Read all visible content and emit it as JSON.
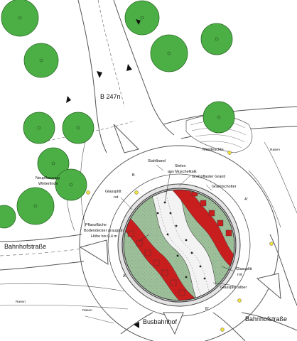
{
  "map": {
    "roads": {
      "b247n": "B 247n",
      "bahnhofstrasse_west": "Bahnhofstraße",
      "bahnhofstrasse_east": "Bahnhofstraße",
      "busbahnhof": "Busbahnhof"
    },
    "annotations": {
      "neupflanzung_line1": "Neupflanzung",
      "neupflanzung_line2": "Winterlinde",
      "mastleuchte": "Mastleuchte",
      "rasen_ne": "Rasen",
      "rasen_sw_a": "Rasen",
      "rasen_sw_b": "Rasen",
      "stahlband": "Stahlband",
      "stelen_line1": "Stelen",
      "stelen_line2": "aus Muschelkalk",
      "grosspflaster_granit": "Großpflaster Granit",
      "granitschotter": "Granitschotter",
      "glassplitt_rot_nw_line1": "Glassplitt",
      "glassplitt_rot_nw_line2": "rot",
      "pflanzflaeche_line1": "Pflanzfläche",
      "pflanzflaeche_line2": "Bodendecker graugrün",
      "pflanzflaeche_line3": "Höhe bis 0,4 m",
      "glassplitt_rot_se_line1": "Glassplitt",
      "glassplitt_rot_se_line2": "rot",
      "glassplitt_silber": "Glassplitt silber",
      "section_b_top": "B",
      "section_b_bottom": "B'",
      "section_a_right": "A'",
      "section_a_left": "A"
    },
    "colors": {
      "paper": "#ffffff",
      "tree": "#4caf45",
      "red_gravel": "#c81e1e",
      "green_planting": "#9dbf9a",
      "silver_gravel": "#f3f3f3",
      "light_marker": "#f2e23a"
    }
  }
}
